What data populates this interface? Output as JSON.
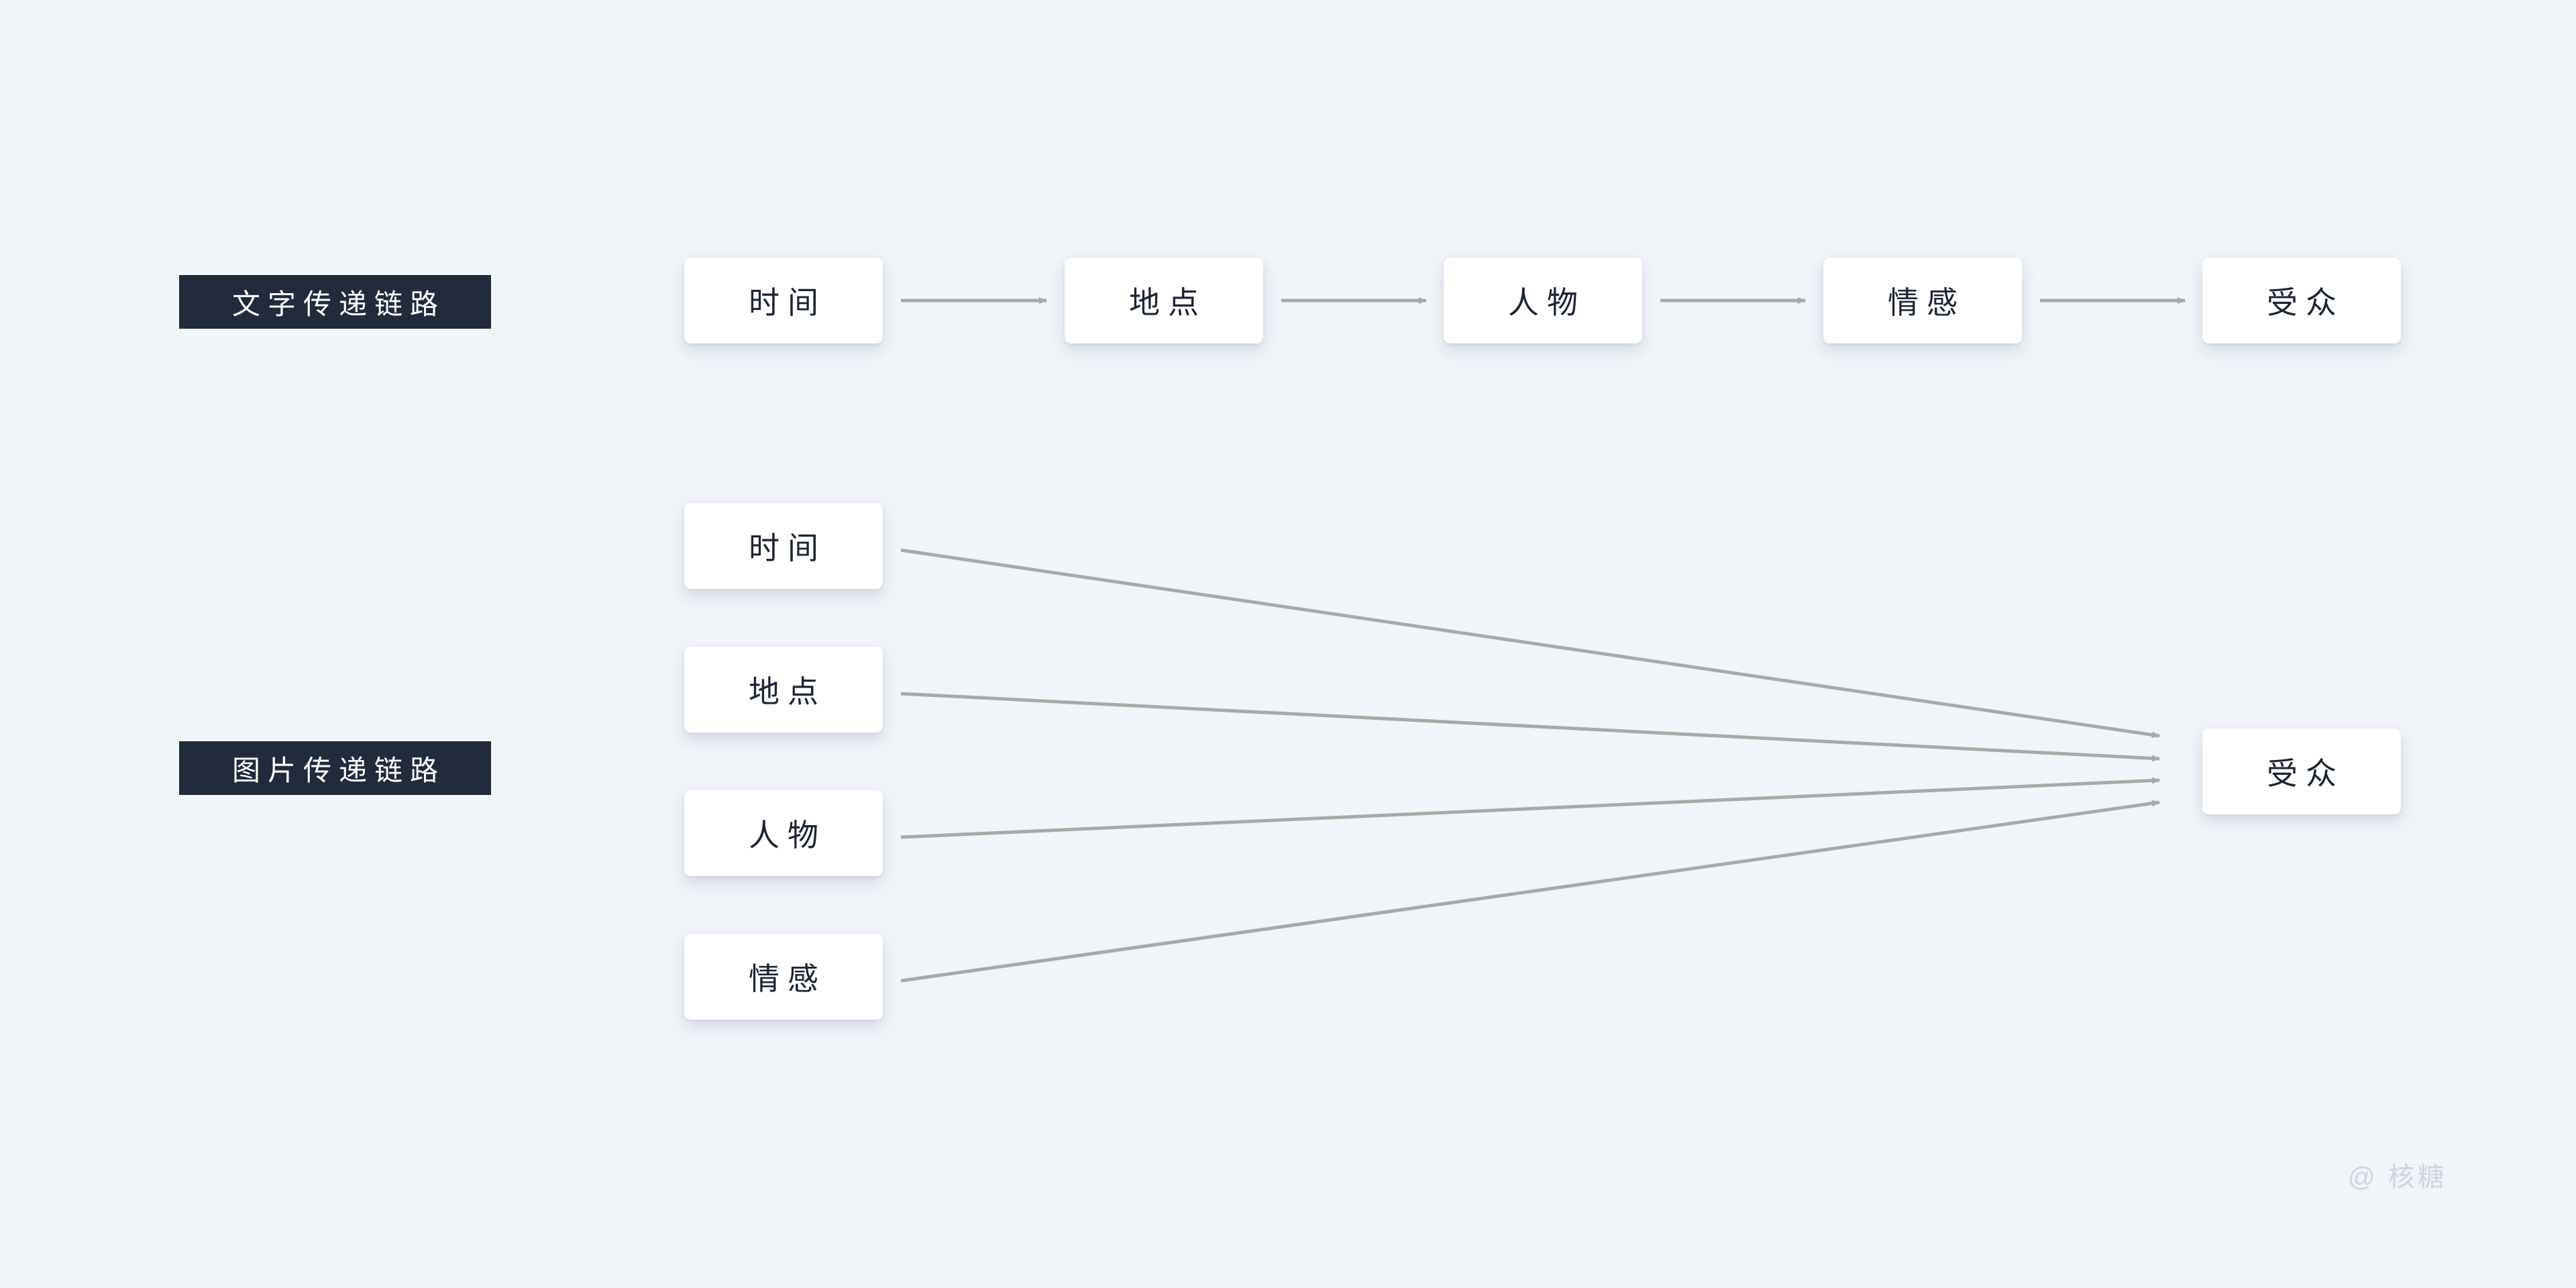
{
  "background_color": "#f1f4f9",
  "badge_color": "#222b3c",
  "card_color": "#ffffff",
  "text_color": "#1c2433",
  "arrow_color": "#a9a9a6",
  "sections": {
    "text_chain": {
      "badge_label": "文字传递链路",
      "nodes": [
        {
          "label": "时间"
        },
        {
          "label": "地点"
        },
        {
          "label": "人物"
        },
        {
          "label": "情感"
        },
        {
          "label": "受众"
        }
      ]
    },
    "image_chain": {
      "badge_label": "图片传递链路",
      "sources": [
        {
          "label": "时间"
        },
        {
          "label": "地点"
        },
        {
          "label": "人物"
        },
        {
          "label": "情感"
        }
      ],
      "target": {
        "label": "受众"
      }
    }
  },
  "watermark": {
    "label": "@ 核糖"
  }
}
